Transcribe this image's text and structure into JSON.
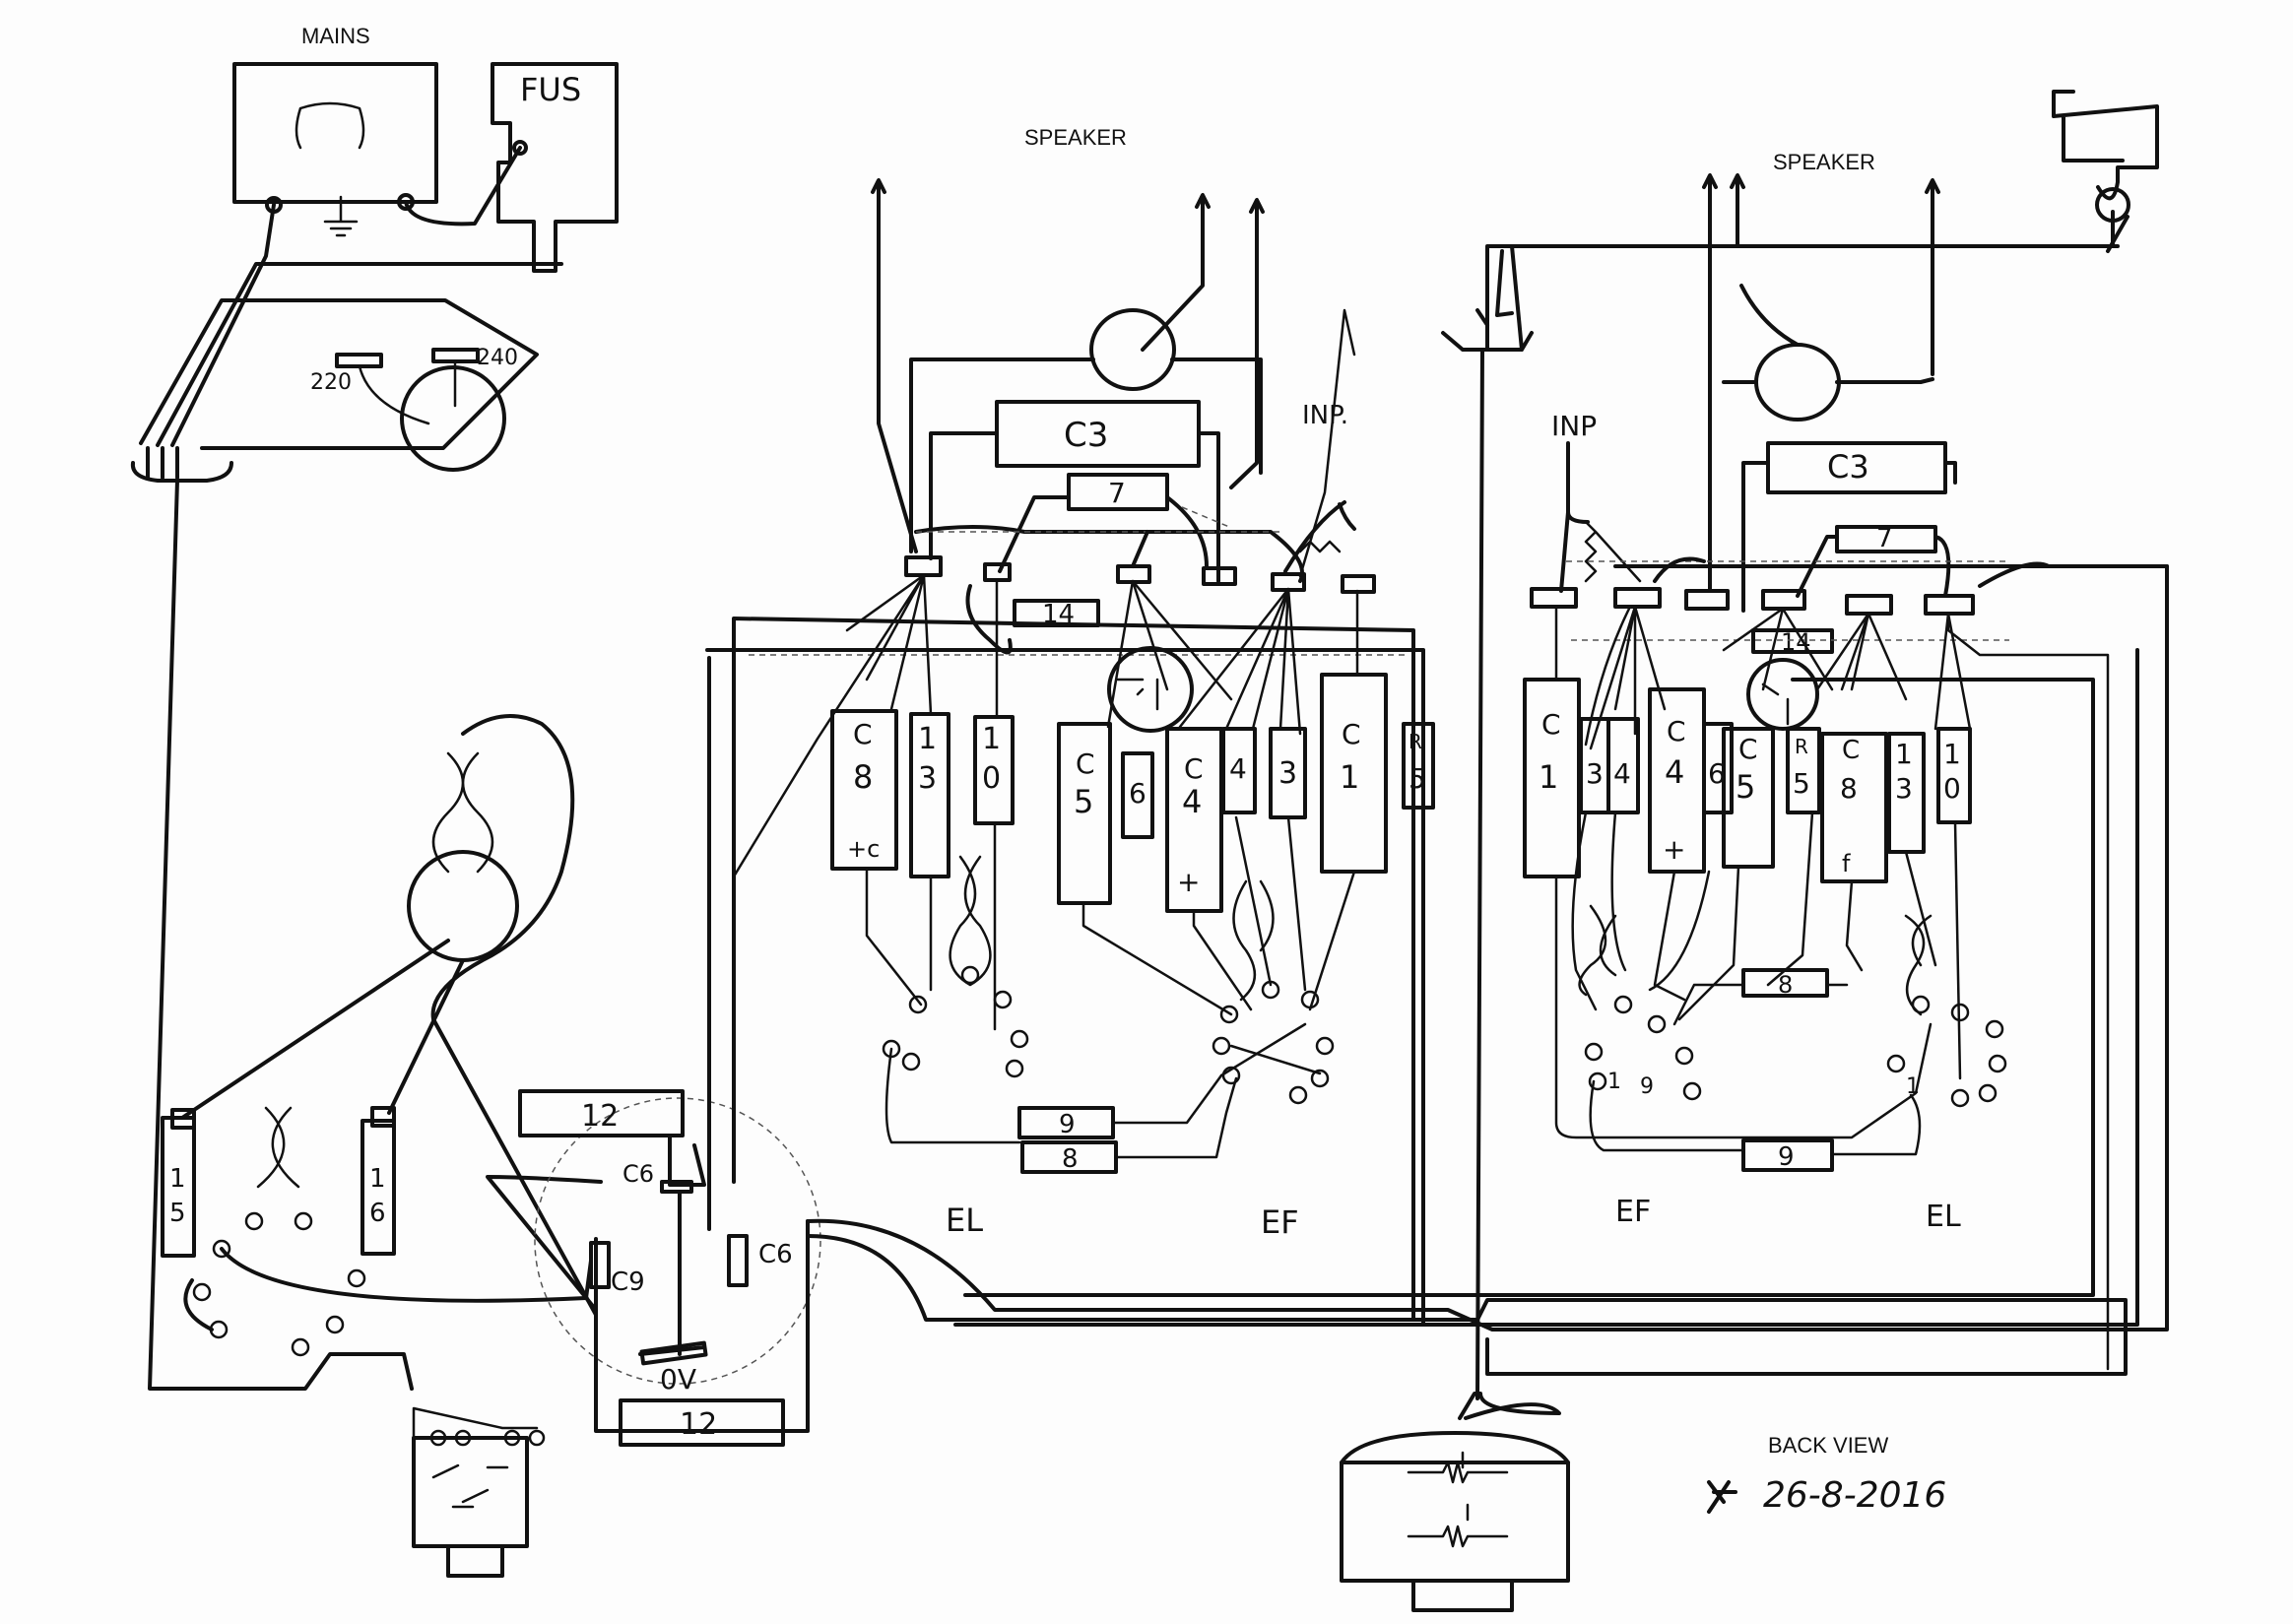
{
  "labels": {
    "mains": "MAINS",
    "fuse": "FUS",
    "speaker_left": "SPEAKER",
    "speaker_right": "SPEAKER",
    "v220": "220",
    "v240": "240",
    "inp_left": "INP.",
    "inp_right": "INP",
    "el_left": "EL",
    "ef_left": "EF",
    "ef_right": "EF",
    "el_right": "EL",
    "back_view": "BACK VIEW",
    "signature": "26-8-2016",
    "zero_volt": "0V"
  },
  "left_channel": {
    "c3": "C3",
    "c7": "7",
    "c14": "14",
    "c8": [
      "C",
      "8"
    ],
    "c13": [
      "1",
      "3"
    ],
    "c10": [
      "1",
      "0"
    ],
    "c5": [
      "C",
      "5"
    ],
    "c6": "6",
    "c4": [
      "C",
      "4"
    ],
    "r4": "4",
    "r3": "3",
    "c1": [
      "C",
      "1"
    ],
    "r5": [
      "R",
      "5"
    ],
    "r9": "9",
    "r8": "8"
  },
  "right_channel": {
    "c3": "C3",
    "c7": "7",
    "c14": "14",
    "c1": [
      "C",
      "1"
    ],
    "r3": "3",
    "r4": "4",
    "c4": [
      "C",
      "4"
    ],
    "c6": "6",
    "c5": [
      "C",
      "5"
    ],
    "r5": [
      "R",
      "5"
    ],
    "c8": [
      "C",
      "8"
    ],
    "c13": [
      "1",
      "3"
    ],
    "c10": [
      "1",
      "0"
    ],
    "r9": "9",
    "r8": "8"
  },
  "power": {
    "r15": [
      "1",
      "5"
    ],
    "r16": [
      "1",
      "6"
    ],
    "c12_top": "12",
    "c12_bottom": "12",
    "c6_a": "C6",
    "c6_b": "C6",
    "c9": "C9"
  },
  "icons": [
    "mains-socket-icon",
    "fuse-holder-icon",
    "voltage-selector-icon",
    "transformer-icon",
    "switch-icon",
    "potentiometer-icon",
    "speaker-arrow-icon",
    "ground-icon"
  ]
}
